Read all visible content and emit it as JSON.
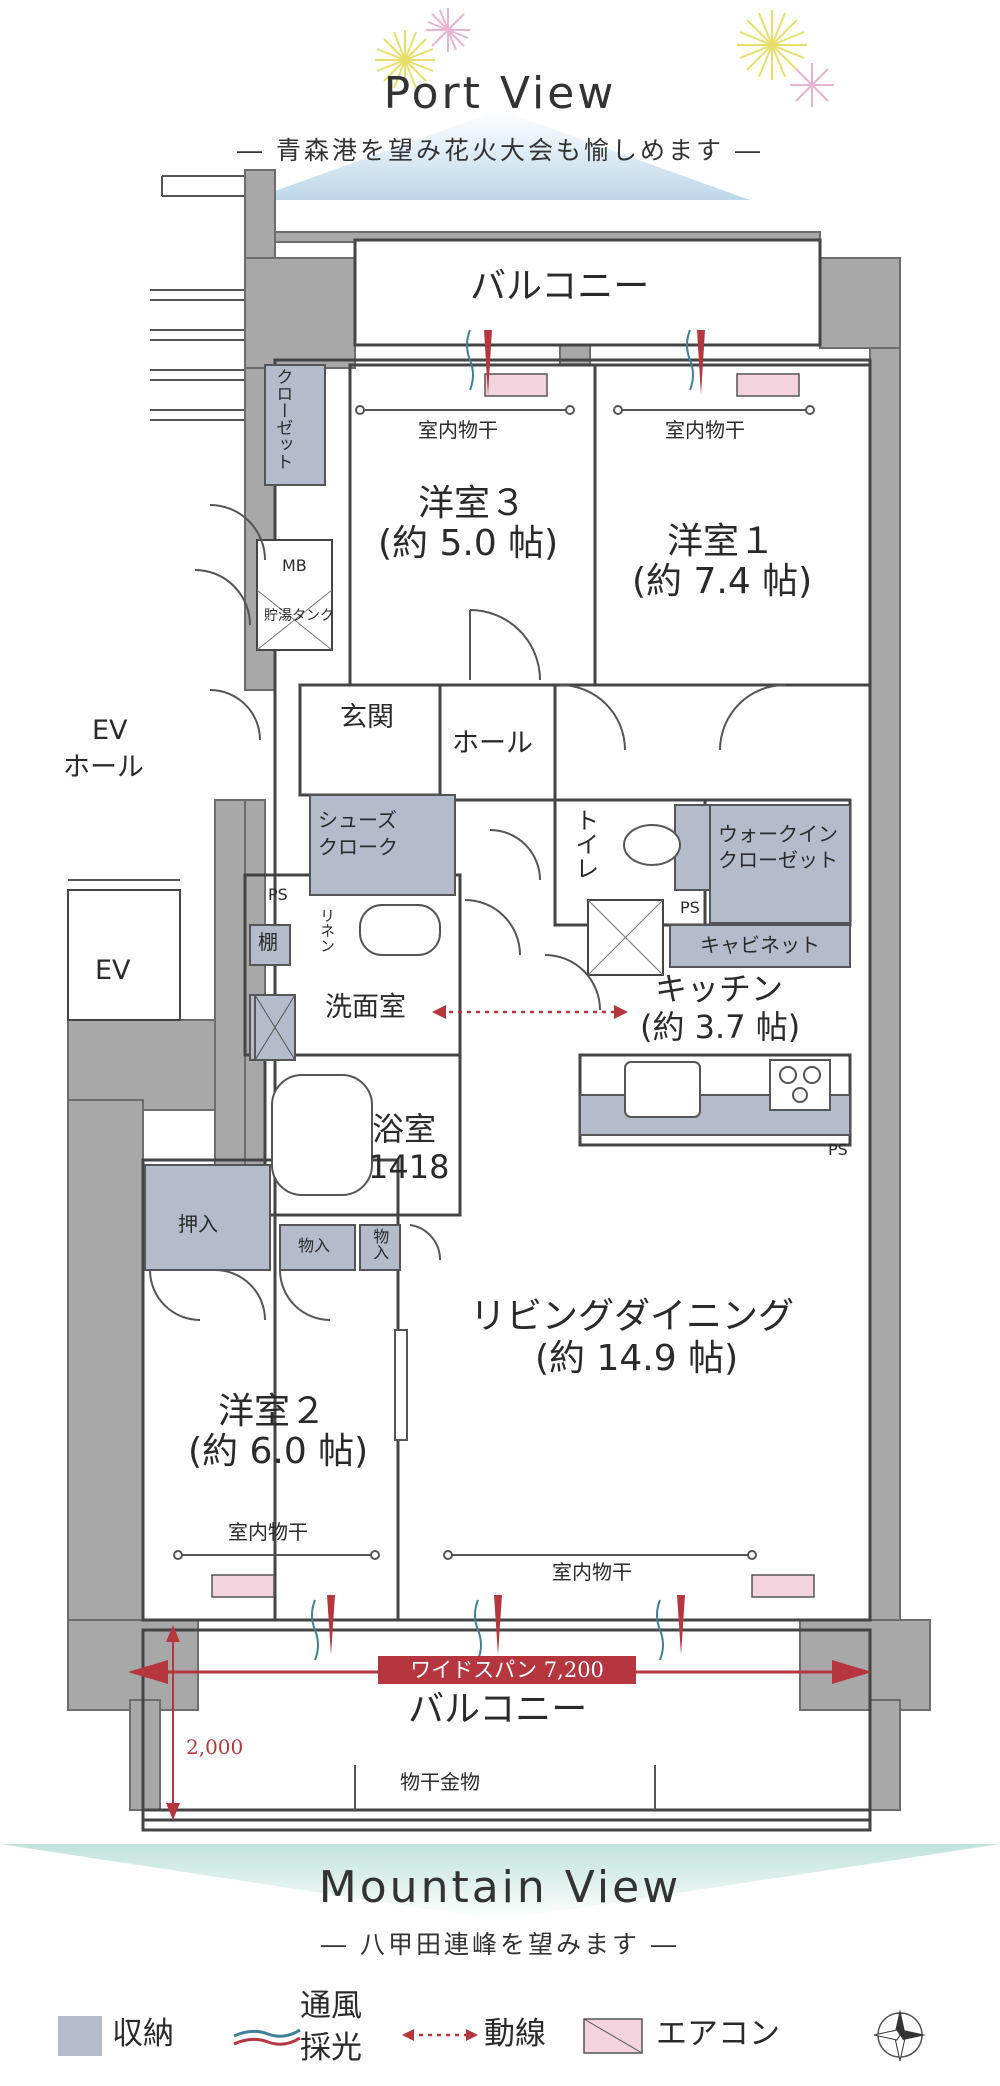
{
  "header": {
    "title": "Port View",
    "subtitle": "― 青森港を望み花火大会も愉しめます ―"
  },
  "footer": {
    "title": "Mountain View",
    "subtitle": "― 八甲田連峰を望みます ―"
  },
  "rooms": {
    "balcony_top": "バルコニー",
    "western3_name": "洋室３",
    "western3_size": "(約 5.0 帖)",
    "western1_name": "洋室１",
    "western1_size": "(約 7.4 帖)",
    "western2_name": "洋室２",
    "western2_size": "(約 6.0 帖)",
    "entrance": "玄関",
    "hall": "ホール",
    "ev_hall_1": "EV",
    "ev_hall_2": "ホール",
    "ev": "EV",
    "shoes_1": "シューズ",
    "shoes_2": "クローク",
    "toilet": "トイレ",
    "walkin_1": "ウォークイン",
    "walkin_2": "クローゼット",
    "cabinet": "キャビネット",
    "kitchen_name": "キッチン",
    "kitchen_size": "(約 3.7 帖)",
    "washroom": "洗面室",
    "bath_name": "浴室",
    "bath_size": "1418",
    "shelf": "棚",
    "linen": "リネン",
    "closet_vertical": "クローゼット",
    "mb": "MB",
    "hot_water_tank": "貯湯タンク",
    "oshiire": "押入",
    "storage_a": "物入",
    "storage_b": "物入",
    "living_name": "リビングダイニング",
    "living_size": "(約 14.9 帖)",
    "balcony_bottom": "バルコニー",
    "drying_fixture": "物干金物",
    "ps_1": "PS",
    "ps_2": "PS",
    "ps_3": "PS",
    "indoor_dry_1": "室内物干",
    "indoor_dry_2": "室内物干",
    "indoor_dry_3": "室内物干",
    "indoor_dry_4": "室内物干"
  },
  "dimensions": {
    "wide_span": "ワイドスパン 7,200",
    "balcony_depth": "2,000"
  },
  "legend": {
    "storage": "収納",
    "ventilation_1": "通風",
    "ventilation_2": "採光",
    "flow": "動線",
    "aircon": "エアコン"
  },
  "colors": {
    "wall": "#9c9c9c",
    "storage": "#b4bccb",
    "aircon": "#f2d3de",
    "accent_red": "#b5363f",
    "sky_blue": "#bcd7ea",
    "mountain_green": "#bfe3da"
  },
  "icons": {
    "compass": "compass-icon",
    "fireworks": "fireworks-icon"
  }
}
